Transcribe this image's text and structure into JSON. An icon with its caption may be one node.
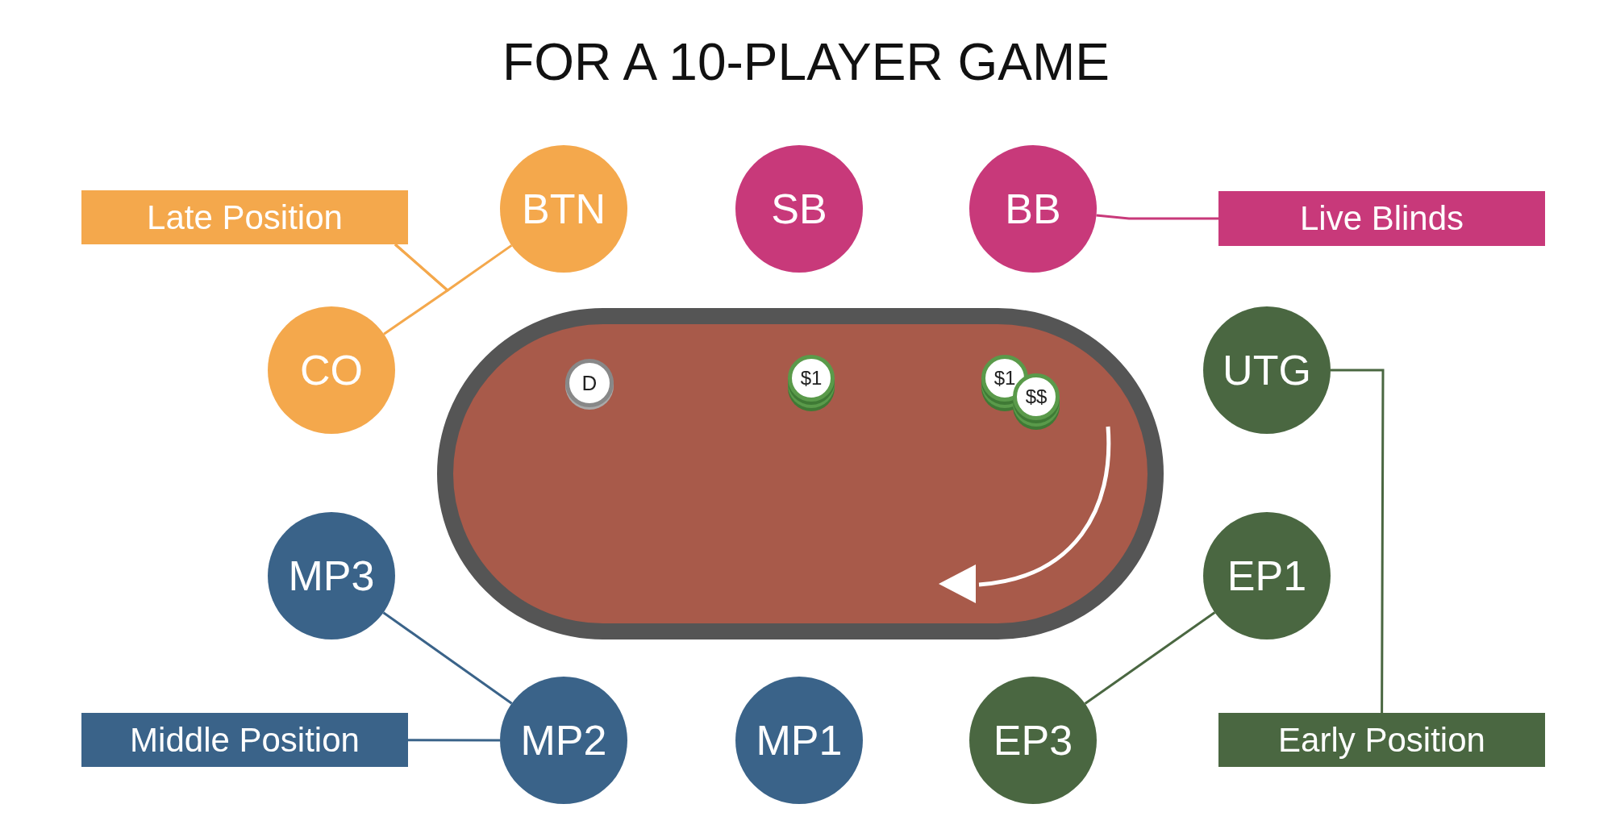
{
  "diagram": {
    "title": "FOR A 10-PLAYER GAME",
    "nodes": [
      {
        "text": [
          "Late Position"
        ]
      },
      {
        "text": [
          "BTN"
        ]
      },
      {
        "text": [
          "SB"
        ]
      },
      {
        "text": [
          "BB"
        ]
      },
      {
        "text": [
          "Live Blinds"
        ]
      },
      {
        "text": [
          "CO"
        ]
      },
      {
        "text": [],
        "shape": "table"
      },
      {
        "text": [
          "D"
        ],
        "in": 6
      },
      {
        "text": [
          "$1"
        ],
        "in": 6
      },
      {
        "text": [
          "$1"
        ],
        "in": 6
      },
      {
        "text": [
          "$$"
        ],
        "in": 6
      },
      {
        "text": [
          "UTG"
        ]
      },
      {
        "text": [
          "MP3"
        ]
      },
      {
        "text": [
          "EP1"
        ]
      },
      {
        "text": [
          "Middle Position"
        ]
      },
      {
        "text": [
          "MP2"
        ]
      },
      {
        "text": [
          "MP1"
        ]
      },
      {
        "text": [
          "EP3"
        ]
      },
      {
        "text": [
          "Early Position"
        ]
      }
    ],
    "edges": [
      {
        "from": 0,
        "to": 1,
        "arrow": "none",
        "color": "#f4a84c"
      },
      {
        "from": 0,
        "to": 5,
        "arrow": "none",
        "color": "#f4a84c"
      },
      {
        "from": 3,
        "to": 4,
        "arrow": "none",
        "color": "#c8397a"
      },
      {
        "from": 11,
        "to": 18,
        "arrow": "none",
        "color": "#4a6741"
      },
      {
        "from": 13,
        "to": 17,
        "arrow": "none",
        "color": "#4a6741"
      },
      {
        "from": 12,
        "to": 15,
        "arrow": "none",
        "color": "#3a6389"
      },
      {
        "from": 14,
        "to": 15,
        "arrow": "none",
        "color": "#3a6389"
      }
    ]
  }
}
